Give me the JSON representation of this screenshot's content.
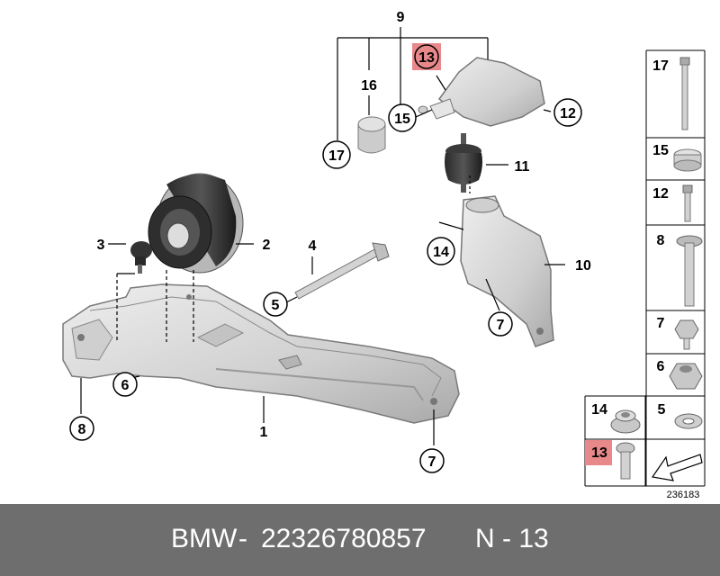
{
  "diagram_id": "236183",
  "callouts": {
    "c1": "1",
    "c2": "2",
    "c3": "3",
    "c4": "4",
    "c5": "5",
    "c6": "6",
    "c7a": "7",
    "c7b": "7",
    "c8": "8",
    "c9": "9",
    "c10": "10",
    "c11": "11",
    "c12": "12",
    "c13": "13",
    "c14": "14",
    "c15": "15",
    "c16": "16",
    "c17": "17"
  },
  "parts_list": [
    {
      "label": "17"
    },
    {
      "label": "15"
    },
    {
      "label": "12"
    },
    {
      "label": "8"
    },
    {
      "label": "7"
    },
    {
      "label": "6"
    },
    {
      "label": "14"
    },
    {
      "label": "5"
    },
    {
      "label": "13"
    }
  ],
  "footer": {
    "brand": "BMW",
    "separator": "-",
    "part_number": "22326780857",
    "reference": "N - 13"
  },
  "colors": {
    "highlight": "#e8888a",
    "footer_bg": "#6e6e6e",
    "part_fill": "#d9d9d9",
    "part_dark": "#3a3a3a"
  }
}
